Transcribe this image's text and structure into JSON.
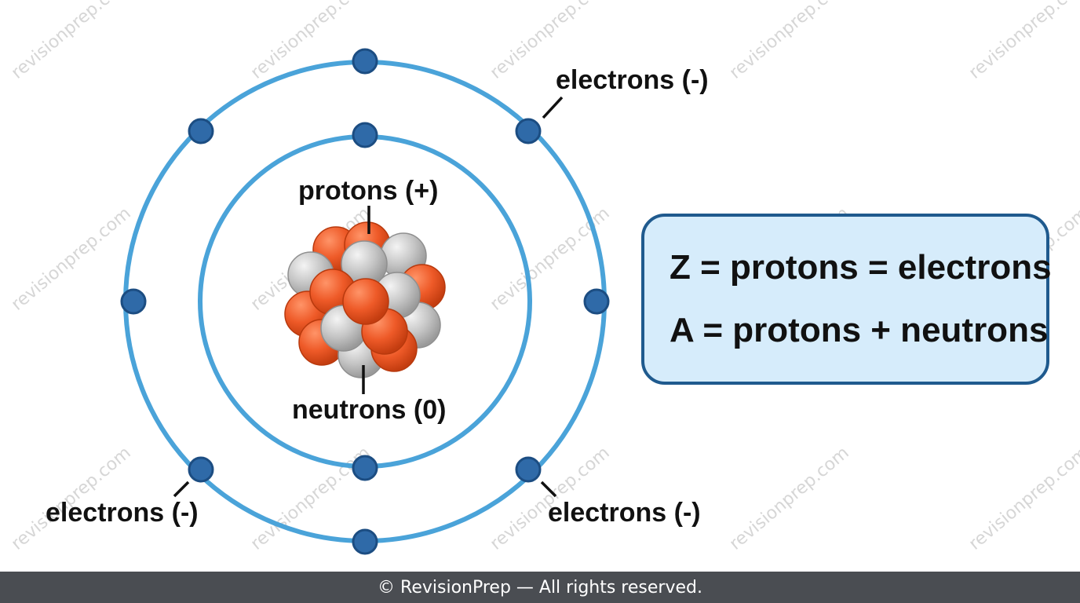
{
  "labels": {
    "electrons_top_right": "electrons (-)",
    "protons": "protons (+)",
    "neutrons": "neutrons (0)",
    "electrons_bottom_left": "electrons (-)",
    "electrons_bottom_right": "electrons (-)"
  },
  "formula_box": {
    "line1": "Z = protons = electrons",
    "line2": "A = protons + neutrons"
  },
  "watermark": "revisionprep.com",
  "footer": "© RevisionPrep — All rights reserved.",
  "colors": {
    "orbit": "#4aa3d9",
    "electron": "#2f6aa8",
    "electron_outline": "#1c4d82",
    "proton": "#ee5a28",
    "neutron": "#c6c6c6",
    "box_fill": "#d6ecfb",
    "box_border": "#1f5a8e",
    "footer_bg": "#4a4d52"
  }
}
